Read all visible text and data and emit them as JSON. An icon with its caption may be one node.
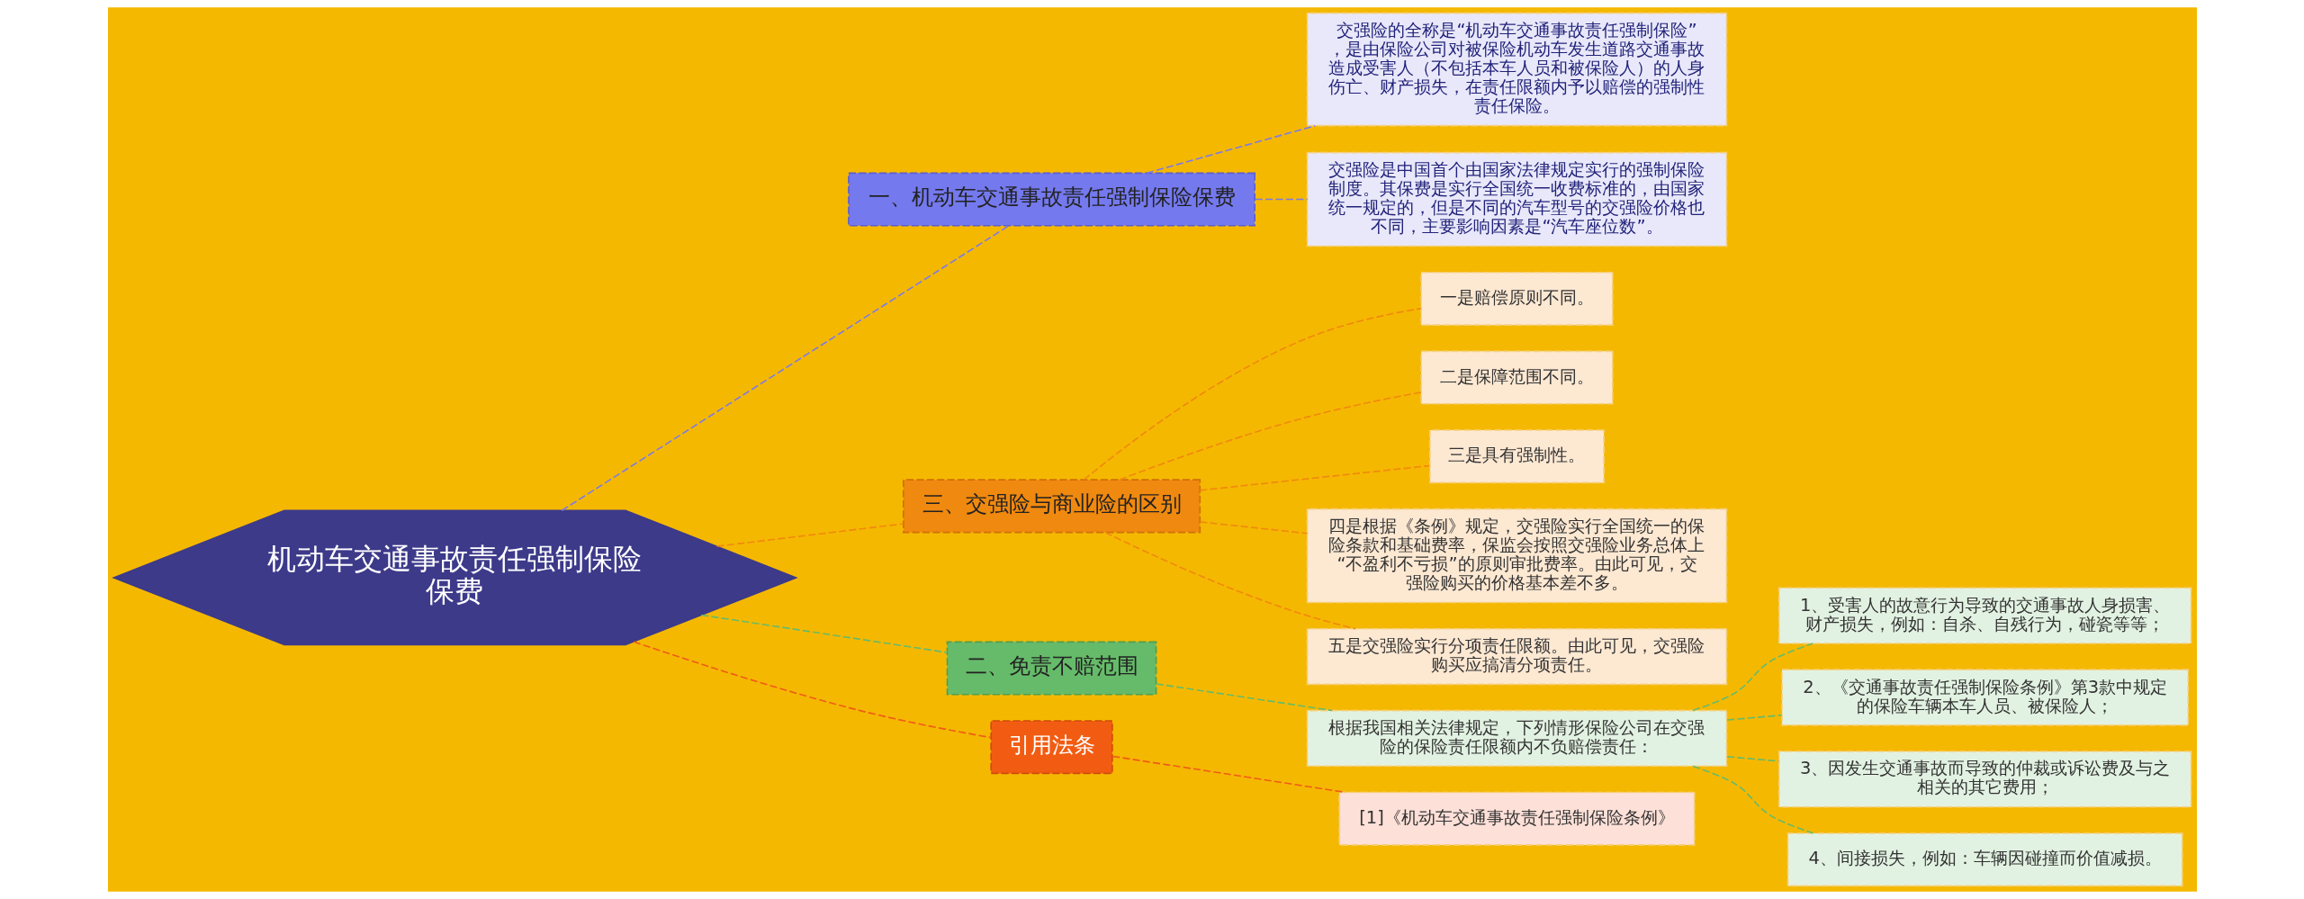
{
  "diagram": {
    "nodes": [
      {
        "text": [
          "机动车交通事故责任强制保险保费"
        ]
      },
      {
        "text": [
          "一、机动车交通事故责任强制保险保费"
        ]
      },
      {
        "text": [
          "交强险的全称是“机动车交通事故责任强制保险”，是由保险公司对被保险机动车发生道路交通事故造成受害人（不包括本车人员和被保险人）的人身伤亡、财产损失，在责任限额内予以赔偿的强制性责任保险。"
        ]
      },
      {
        "text": [
          "交强险是中国首个由国家法律规定实行的强制保险制度。其保费是实行全国统一收费标准的，由国家统一规定的，但是不同的汽车型号的交强险价格也不同，主要影响因素是“汽车座位数”。"
        ]
      },
      {
        "text": [
          "三、交强险与商业险的区别"
        ]
      },
      {
        "text": [
          "一是赔偿原则不同。"
        ]
      },
      {
        "text": [
          "二是保障范围不同。"
        ]
      },
      {
        "text": [
          "三是具有强制性。"
        ]
      },
      {
        "text": [
          "四是根据《条例》规定，交强险实行全国统一的保险条款和基础费率，保监会按照交强险业务总体上“不盈利不亏损”的原则审批费率。由此可见，交强险购买的价格基本差不多。"
        ]
      },
      {
        "text": [
          "五是交强险实行分项责任限额。由此可见，交强险购买应搞清分项责任。"
        ]
      },
      {
        "text": [
          "二、免责不赔范围"
        ]
      },
      {
        "text": [
          "根据我国相关法律规定，下列情形保险公司在交强险的保险责任限额内不负赔偿责任："
        ]
      },
      {
        "text": [
          "1、受害人的故意行为导致的交通事故人身损害、财产损失，例如：自杀、自残行为，碰瓷等等；"
        ]
      },
      {
        "text": [
          "2、《交通事故责任强制保险条例》第3款中规定的保险车辆本车人员、被保险人；"
        ]
      },
      {
        "text": [
          "3、因发生交通事故而导致的仲裁或诉讼费及与之相关的其它费用；"
        ]
      },
      {
        "text": [
          "4、间接损失，例如：车辆因碰撞而价值减损。"
        ]
      },
      {
        "text": [
          "引用法条"
        ]
      },
      {
        "text": [
          "[1]《机动车交通事故责任强制保险条例》"
        ]
      }
    ],
    "edges": [
      {
        "from": 0,
        "to": 1,
        "arrow": "none",
        "style": "dashed",
        "color": "#7b7be8"
      },
      {
        "from": 1,
        "to": 2,
        "arrow": "none",
        "style": "dashed",
        "color": "#7b7be8"
      },
      {
        "from": 1,
        "to": 3,
        "arrow": "none",
        "style": "dashed",
        "color": "#7b7be8"
      },
      {
        "from": 0,
        "to": 4,
        "arrow": "none",
        "style": "dashed",
        "color": "#f0890f"
      },
      {
        "from": 4,
        "to": 5,
        "arrow": "none",
        "style": "dashed",
        "color": "#f0890f"
      },
      {
        "from": 4,
        "to": 6,
        "arrow": "none",
        "style": "dashed",
        "color": "#f0890f"
      },
      {
        "from": 4,
        "to": 7,
        "arrow": "none",
        "style": "dashed",
        "color": "#f0890f"
      },
      {
        "from": 4,
        "to": 8,
        "arrow": "none",
        "style": "dashed",
        "color": "#f0890f"
      },
      {
        "from": 4,
        "to": 9,
        "arrow": "none",
        "style": "dashed",
        "color": "#f0890f"
      },
      {
        "from": 0,
        "to": 10,
        "arrow": "none",
        "style": "dashed",
        "color": "#66bb6a"
      },
      {
        "from": 10,
        "to": 11,
        "arrow": "none",
        "style": "dashed",
        "color": "#66bb6a"
      },
      {
        "from": 11,
        "to": 12,
        "arrow": "none",
        "style": "dashed",
        "color": "#66bb6a"
      },
      {
        "from": 11,
        "to": 13,
        "arrow": "none",
        "style": "dashed",
        "color": "#66bb6a"
      },
      {
        "from": 11,
        "to": 14,
        "arrow": "none",
        "style": "dashed",
        "color": "#66bb6a"
      },
      {
        "from": 11,
        "to": 15,
        "arrow": "none",
        "style": "dashed",
        "color": "#66bb6a"
      },
      {
        "from": 0,
        "to": 16,
        "arrow": "none",
        "style": "dashed",
        "color": "#f05a1a"
      },
      {
        "from": 16,
        "to": 17,
        "arrow": "none",
        "style": "dashed",
        "color": "#f05a1a"
      }
    ]
  }
}
